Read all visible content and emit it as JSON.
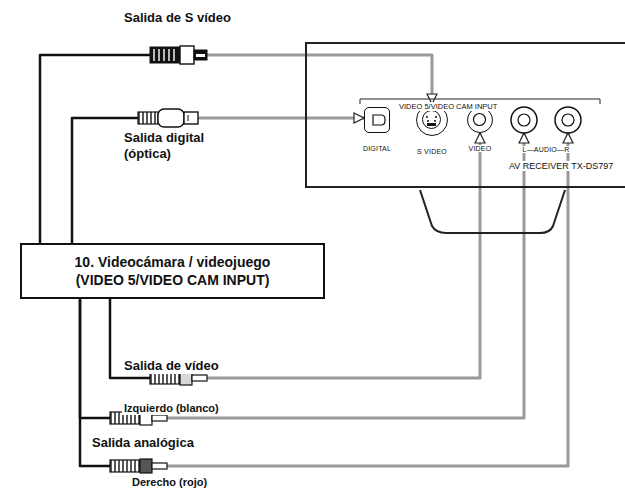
{
  "diagram": {
    "nodes": [
      {
        "text": [
          "VIDEO 5/VIDEO CAM INPUT",
          "AV RECEIVER TX-DS797"
        ]
      },
      {
        "text": [
          "DIGITAL"
        ],
        "in": 0
      },
      {
        "text": [
          "S VIDEO"
        ],
        "in": 0
      },
      {
        "text": [
          "VIDEO"
        ],
        "in": 0
      },
      {
        "text": [
          "L—AUDIO—R"
        ],
        "in": 0
      },
      {
        "text": [
          "10. Videocámara / videojuego (VIDEO 5/VIDEO CAM INPUT)"
        ]
      }
    ],
    "edges": [
      {
        "from": 5,
        "to": 2,
        "arrow": "to",
        "label": "Salida de S vídeo"
      },
      {
        "from": 5,
        "to": 1,
        "arrow": "to",
        "label": "Salida digital (óptica)"
      },
      {
        "from": 5,
        "to": 3,
        "arrow": "to",
        "label": "Salida de vídeo"
      },
      {
        "from": 5,
        "to": 4,
        "arrow": "to",
        "label": "Izquierdo (blanco)"
      },
      {
        "from": 5,
        "to": 4,
        "arrow": "to",
        "label": "Derecho (rojo)"
      }
    ],
    "labels": [
      "Salida analógica"
    ]
  }
}
